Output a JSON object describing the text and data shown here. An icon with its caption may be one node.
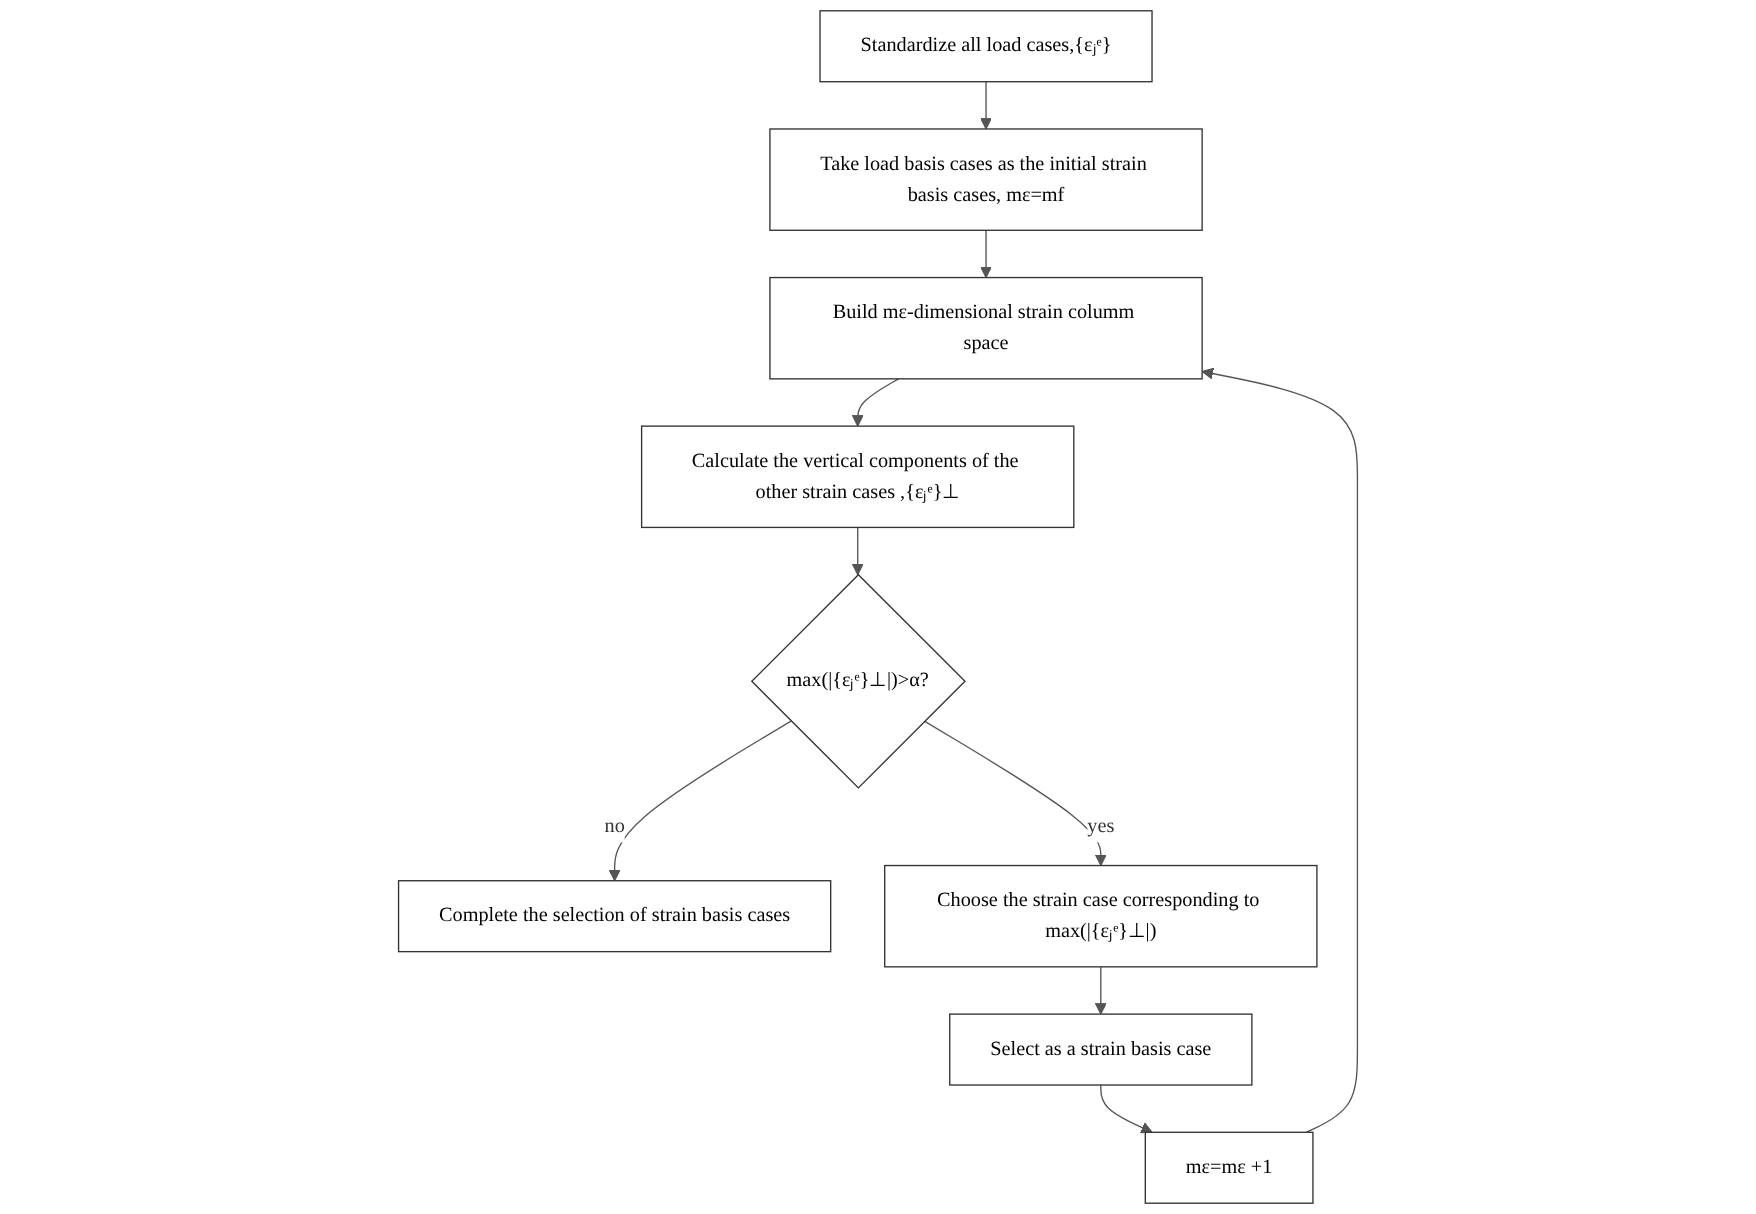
{
  "diagram": {
    "nodes": [
      {
        "text": [
          "Standardize all load cases,{εⱼᵉ}"
        ]
      },
      {
        "text": [
          "Take load basis cases as the initial strain basis cases, mε=mf"
        ]
      },
      {
        "text": [
          "Build mε-dimensional strain columm space"
        ]
      },
      {
        "text": [
          "Calculate the vertical components of the other strain cases ,{εⱼᵉ}⊥"
        ]
      },
      {
        "text": [
          "max(|{εⱼᵉ}⊥|)>α?"
        ]
      },
      {
        "text": [
          "Complete the selection of strain basis cases"
        ]
      },
      {
        "text": [
          "Choose the strain case corresponding to max(|{εⱼᵉ}⊥|)"
        ]
      },
      {
        "text": [
          "Select as a strain basis case"
        ]
      },
      {
        "text": [
          "mε=mε +1"
        ]
      }
    ],
    "edges": [
      {
        "from": 0,
        "to": 1,
        "arrow": "to"
      },
      {
        "from": 1,
        "to": 2,
        "arrow": "to"
      },
      {
        "from": 2,
        "to": 3,
        "arrow": "to"
      },
      {
        "from": 3,
        "to": 4,
        "arrow": "to"
      },
      {
        "from": 4,
        "to": 5,
        "arrow": "to",
        "label": "no"
      },
      {
        "from": 4,
        "to": 6,
        "arrow": "to",
        "label": "yes"
      },
      {
        "from": 6,
        "to": 7,
        "arrow": "to"
      },
      {
        "from": 7,
        "to": 8,
        "arrow": "to"
      },
      {
        "from": 8,
        "to": 2,
        "arrow": "to"
      }
    ]
  }
}
